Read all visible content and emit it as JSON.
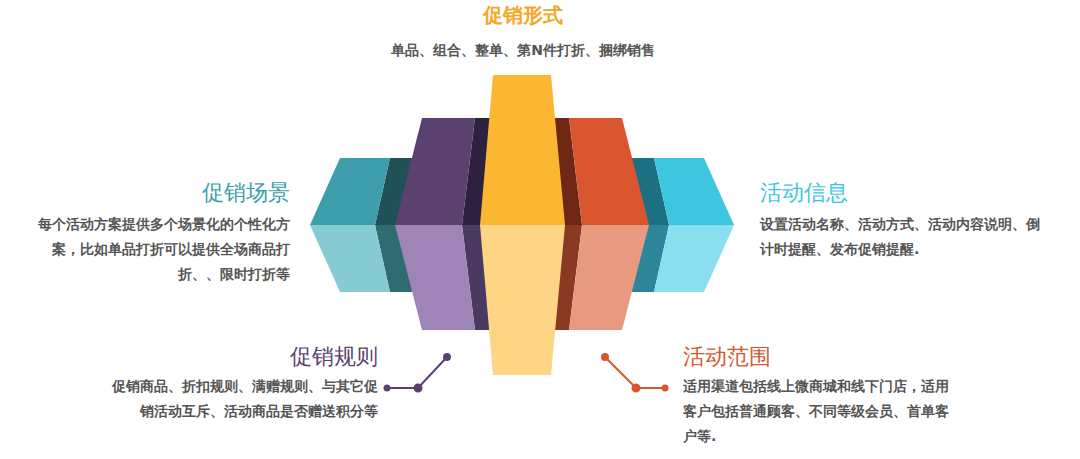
{
  "diagram": {
    "labels": [
      "促销形式",
      "单品、组合、整单、第N件打折、捆绑销售",
      "促销场景",
      "每个活动方案提供多个场景化的个性化方案，比如单品打折可以提供全场商品打折、、限时打折等",
      "活动信息",
      "设置活动名称、活动方式、活动内容说明、倒计时提醒、发布促销提醒.",
      "促销规则",
      "促销商品、折扣规则、满赠规则、与其它促销活动互斥、活动商品是否赠送积分等",
      "活动范围",
      "适用渠道包括线上微商城和线下门店，适用客户包括普通顾客、不同等级会员、首单客户等."
    ]
  }
}
